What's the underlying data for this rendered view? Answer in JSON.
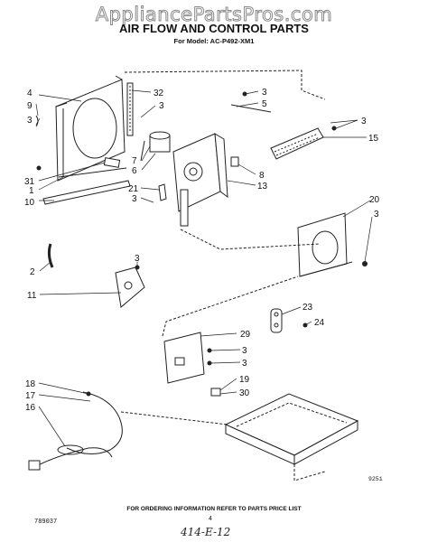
{
  "watermark": "AppliancePartsPros.com",
  "title": "AIR FLOW AND CONTROL PARTS",
  "model_line": "For Model: AC-P492-XM1",
  "footer_note": "FOR ORDERING INFORMATION REFER TO PARTS PRICE LIST",
  "document_number": "789037",
  "page_number": "4",
  "handwritten_note": "414-E-12",
  "figure_code": "9251",
  "callouts": [
    "4",
    "9",
    "3",
    "32",
    "3",
    "7",
    "6",
    "31",
    "1",
    "10",
    "21",
    "3",
    "3",
    "5",
    "8",
    "13",
    "3",
    "15",
    "20",
    "3",
    "2",
    "3",
    "11",
    "23",
    "24",
    "29",
    "3",
    "3",
    "19",
    "30",
    "18",
    "17",
    "16"
  ]
}
